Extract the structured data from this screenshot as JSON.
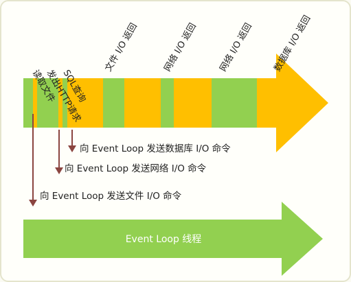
{
  "colors": {
    "orange": "#ffbf00",
    "green": "#92d050",
    "arrow_line": "#8b4540",
    "text": "#222222"
  },
  "top_labels": {
    "read_file": "读取文件",
    "http_request": "发出HTTP请求",
    "sql_query": "SQL查询",
    "file_io_return": "文件 I/O 返回",
    "net_io_return_1": "网络 I/O 返回",
    "net_io_return_2": "网络 I/O 返回",
    "db_io_return": "数据库 I/O 返回"
  },
  "commands": {
    "db": "向 Event Loop 发送数据库 I/O 命令",
    "net": "向 Event Loop  发送网络 I/O 命令",
    "file": "向 Event Loop 发送文件 I/O 命令"
  },
  "thread_label": "Event Loop  线程"
}
